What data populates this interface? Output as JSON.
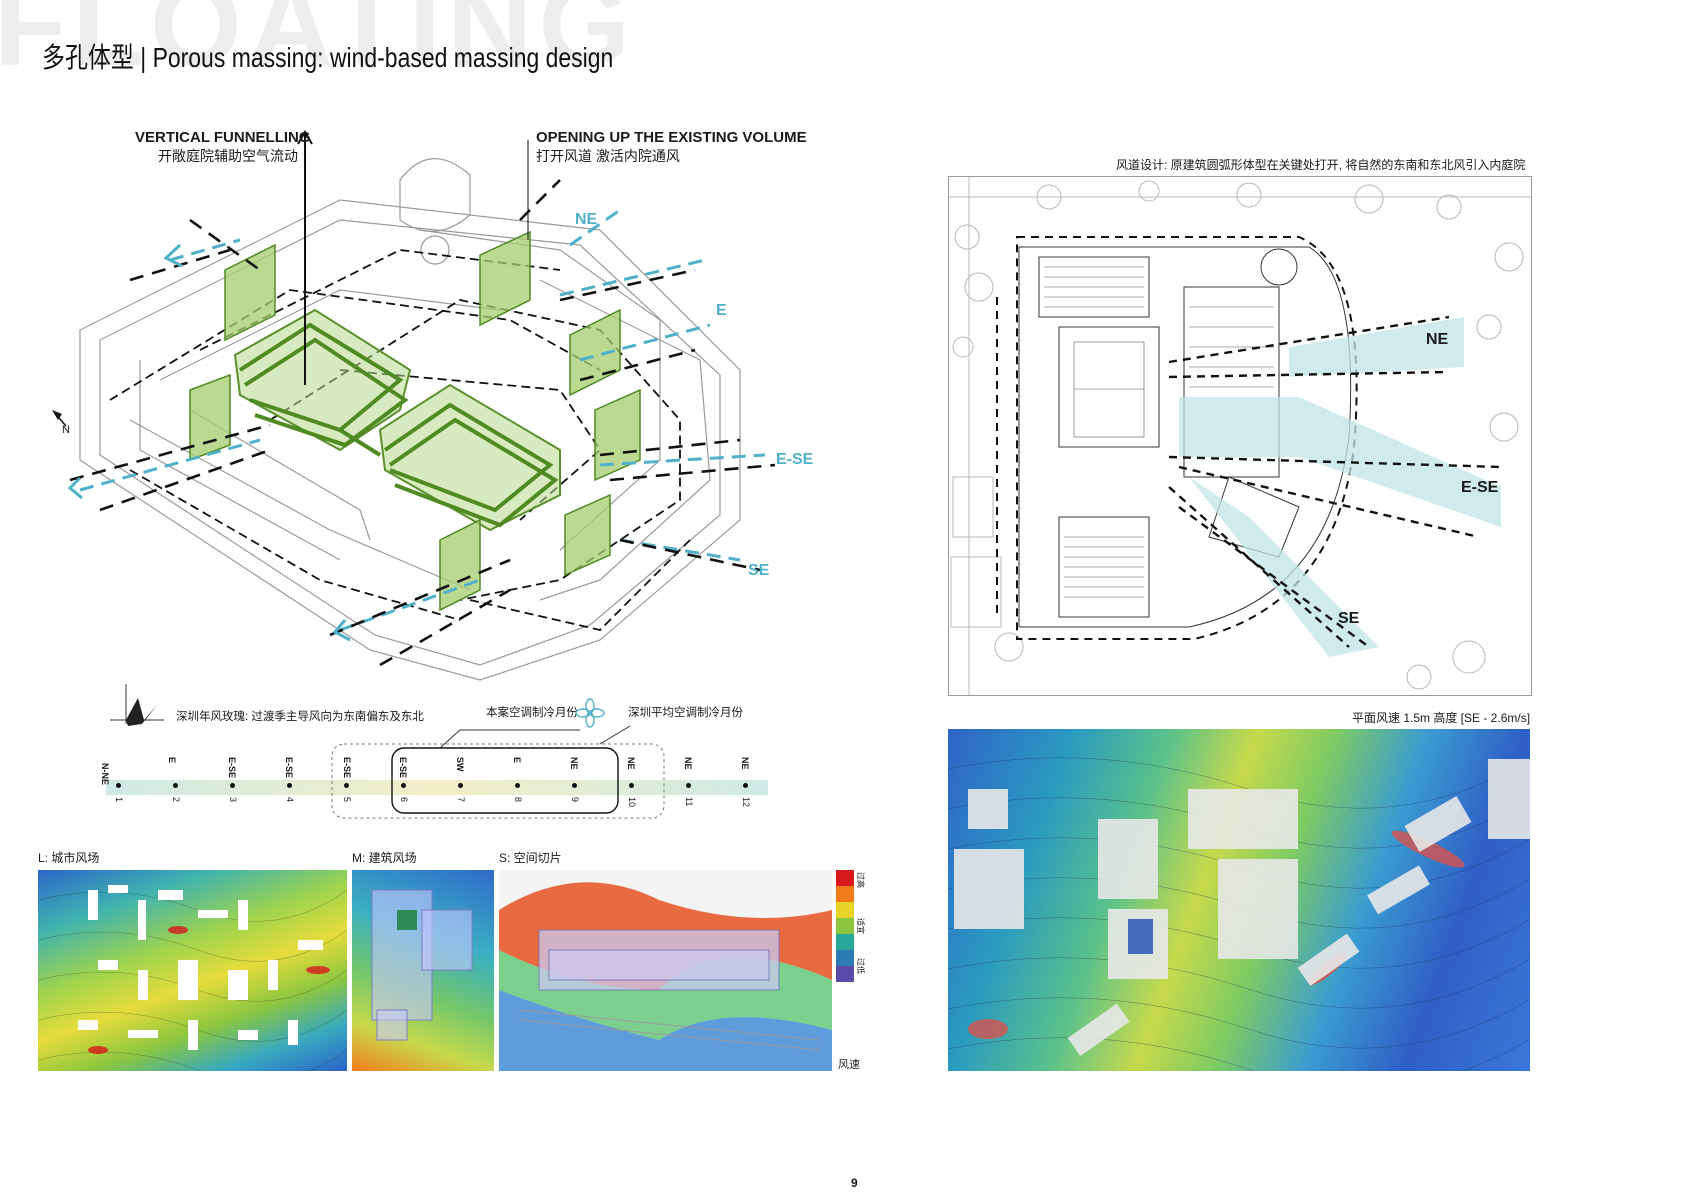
{
  "header": {
    "watermark": "FLOATING",
    "title": "多孔体型 | Porous massing: wind-based massing design"
  },
  "axon": {
    "vertical_label": "VERTICAL FUNNELLING",
    "vertical_cn": "开敞庭院辅助空气流动",
    "opening_label": "OPENING UP THE EXISTING VOLUME",
    "opening_cn": "打开风道 激活内院通风",
    "north_label": "N",
    "wind_labels": [
      "NE",
      "E",
      "E-SE",
      "SE"
    ]
  },
  "windrose": {
    "caption": "深圳年风玫瑰:  过渡季主导风向为东南偏东及东北",
    "project_label": "本案空调制冷月份",
    "avg_label": "深圳平均空调制冷月份",
    "directions": [
      "N-NE",
      "E",
      "E-SE",
      "E-SE",
      "E-SE",
      "E-SE",
      "SW",
      "E",
      "NE",
      "NE",
      "NE",
      "NE"
    ],
    "months": [
      "1",
      "2",
      "3",
      "4",
      "5",
      "6",
      "7",
      "8",
      "9",
      "10",
      "11",
      "12"
    ]
  },
  "plan": {
    "caption": "风道设计:  原建筑圆弧形体型在关键处打开, 将自然的东南和东北风引入内庭院",
    "wind_labels": [
      "NE",
      "E-SE",
      "SE"
    ]
  },
  "cfd_large": {
    "caption": "平面风速 1.5m 高度  [SE - 2.6m/s]"
  },
  "bottom_panels": {
    "l_label": "L: 城市风场",
    "m_label": "M: 建筑风场",
    "s_label": "S: 空间切片",
    "legend_top": "过高",
    "legend_mid": "适宜",
    "legend_low": "过低",
    "legend_colors": [
      "#d7191c",
      "#f07c1a",
      "#e8d327",
      "#8cc63f",
      "#2aa79b",
      "#2c7bb6",
      "#5b4aa8"
    ],
    "legend_axis": "风速"
  },
  "footer": {
    "page": "9"
  }
}
